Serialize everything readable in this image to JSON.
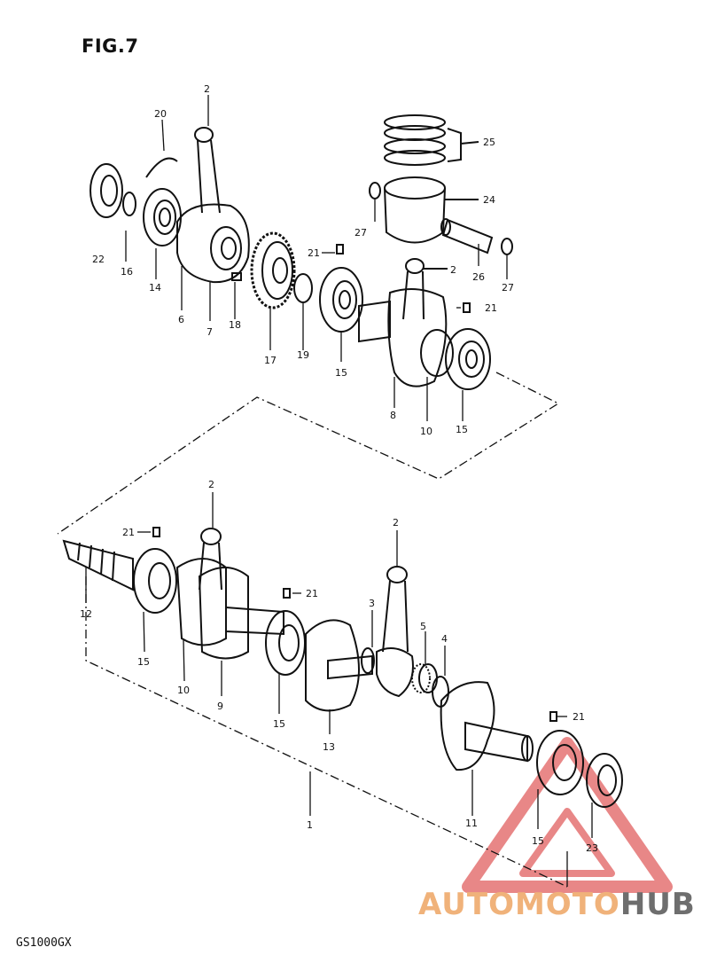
{
  "figure": {
    "title": "FIG.7"
  },
  "footer": {
    "model": "GS1000GX"
  },
  "watermark": {
    "part1": "AUTOMOTO",
    "part2": "HUB",
    "colors": {
      "triangle": "#e57373",
      "text1": "#f0b27a",
      "text2": "#6e6e6e"
    }
  },
  "labels": {
    "l2a": "2",
    "l20": "20",
    "l22": "22",
    "l16": "16",
    "l14": "14",
    "l6": "6",
    "l7": "7",
    "l18": "18",
    "l17": "17",
    "l19": "19",
    "l15a": "15",
    "l21a": "21",
    "l25": "25",
    "l24": "24",
    "l27a": "27",
    "l26": "26",
    "l27b": "27",
    "l2b": "2",
    "l21b": "21",
    "l8": "8",
    "l10a": "10",
    "l15b": "15",
    "l2c": "2",
    "l21c": "21",
    "l12": "12",
    "l15c": "15",
    "l10b": "10",
    "l9": "9",
    "l21d": "21",
    "l15d": "15",
    "l13": "13",
    "l2d": "2",
    "l3": "3",
    "l5": "5",
    "l4": "4",
    "l11": "11",
    "l21e": "21",
    "l15e": "15",
    "l23": "23",
    "l1": "1"
  }
}
